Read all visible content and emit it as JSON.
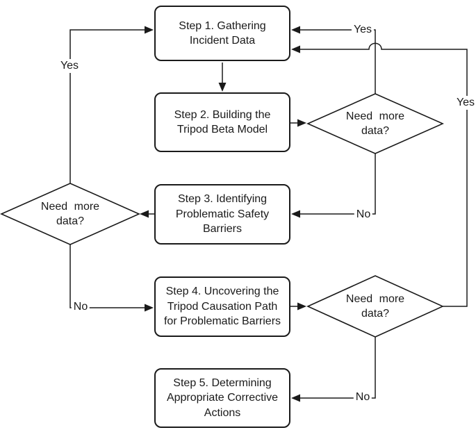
{
  "colors": {
    "ink": "#1a1a1a",
    "background": "#ffffff"
  },
  "steps": [
    {
      "id": "step-1",
      "lines": [
        "Step 1. Gathering",
        "Incident Data"
      ]
    },
    {
      "id": "step-2",
      "lines": [
        "Step 2. Building the",
        "Tripod Beta Model"
      ]
    },
    {
      "id": "step-3",
      "lines": [
        "Step 3. Identifying",
        "Problematic Safety",
        "Barriers"
      ]
    },
    {
      "id": "step-4",
      "lines": [
        "Step 4. Uncovering the",
        "Tripod Causation Path",
        "for Problematic Barriers"
      ]
    },
    {
      "id": "step-5",
      "lines": [
        "Step 5. Determining",
        "Appropriate Corrective",
        "Actions"
      ]
    }
  ],
  "decisions": [
    {
      "id": "decision-1",
      "lines": [
        "Need more",
        "data?"
      ]
    },
    {
      "id": "decision-2",
      "lines": [
        "Need more",
        "data?"
      ]
    },
    {
      "id": "decision-3",
      "lines": [
        "Need more",
        "data?"
      ]
    }
  ],
  "edge_labels": {
    "yes": "Yes",
    "no": "No"
  },
  "edges": [
    {
      "from": "step-1",
      "to": "step-2",
      "label": ""
    },
    {
      "from": "step-2",
      "to": "decision-1",
      "label": ""
    },
    {
      "from": "decision-1",
      "to": "step-1",
      "label": "Yes"
    },
    {
      "from": "decision-1",
      "to": "step-3",
      "label": "No"
    },
    {
      "from": "step-3",
      "to": "decision-2",
      "label": ""
    },
    {
      "from": "decision-2",
      "to": "step-1",
      "label": "Yes"
    },
    {
      "from": "decision-2",
      "to": "step-4",
      "label": "No"
    },
    {
      "from": "step-4",
      "to": "decision-3",
      "label": ""
    },
    {
      "from": "decision-3",
      "to": "step-1",
      "label": "Yes"
    },
    {
      "from": "decision-3",
      "to": "step-5",
      "label": "No"
    }
  ]
}
